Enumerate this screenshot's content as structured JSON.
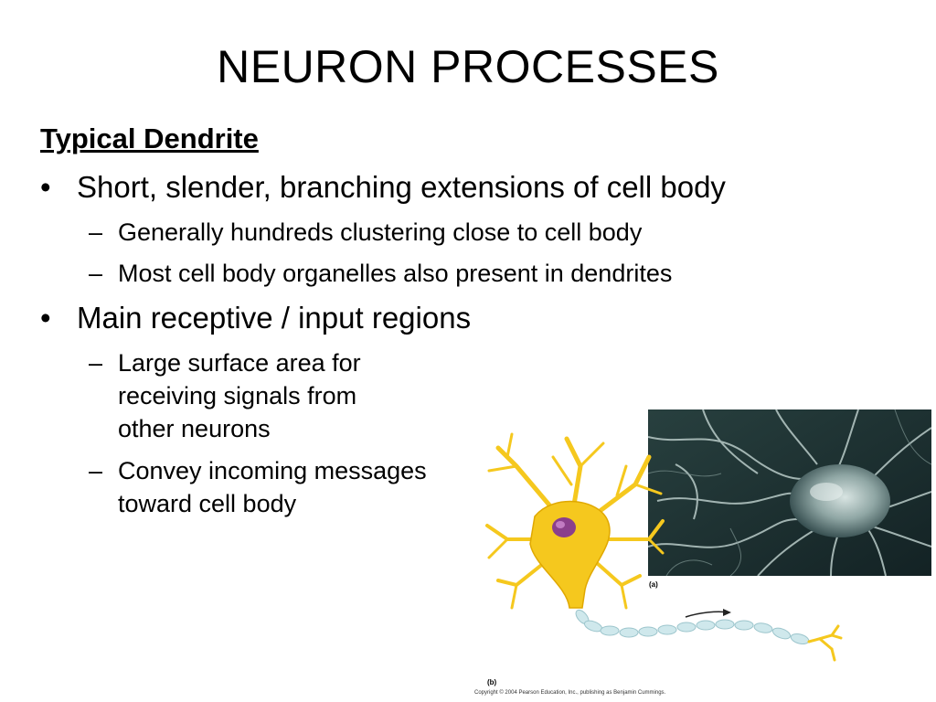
{
  "slide": {
    "title": "NEURON PROCESSES",
    "heading": "Typical Dendrite",
    "bullets": [
      {
        "marker": "•",
        "text": "Short, slender, branching extensions of cell body",
        "subs": [
          {
            "marker": "–",
            "lines": [
              "Generally hundreds clustering close to cell body"
            ]
          },
          {
            "marker": "–",
            "lines": [
              "Most cell body organelles also present in dendrites"
            ]
          }
        ]
      },
      {
        "marker": "•",
        "text": "Main receptive / input regions",
        "subs": [
          {
            "marker": "–",
            "lines": [
              "Large surface area for",
              "receiving signals from",
              "other neurons"
            ]
          },
          {
            "marker": "–",
            "lines": [
              "Convey incoming messages",
              "toward cell body"
            ]
          }
        ]
      }
    ]
  },
  "figure": {
    "label_a": "(a)",
    "label_b": "(b)",
    "copyright": "Copyright © 2004 Pearson Education, Inc., publishing as Benjamin Cummings.",
    "colors": {
      "neuron_yellow": "#f5c81e",
      "nucleus_purple": "#8b3f8c",
      "axon_segment": "#cfe8ec",
      "photo_dark": "#1c3033"
    }
  }
}
